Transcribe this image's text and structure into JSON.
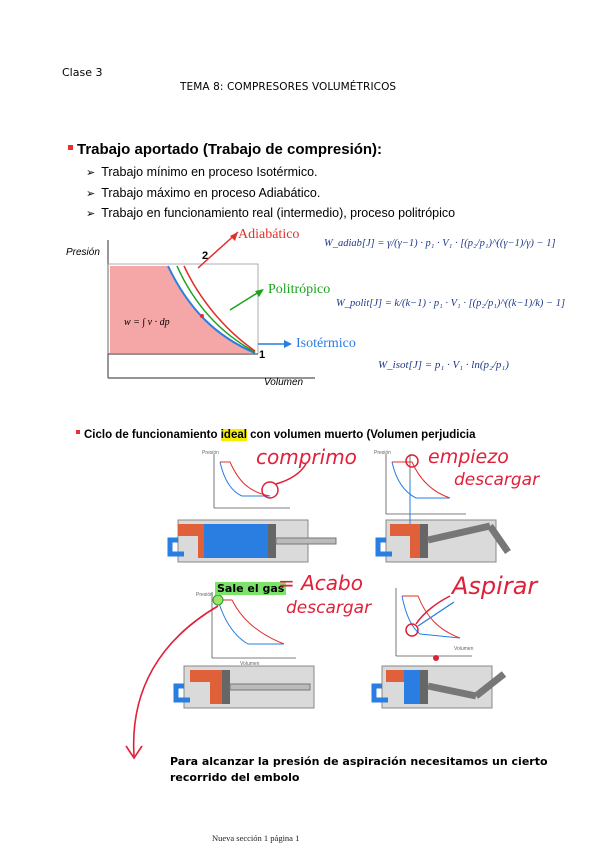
{
  "header": {
    "clase": "Clase 3",
    "tema": "TEMA 8: COMPRESORES VOLUMÉTRICOS"
  },
  "section1": {
    "title": "Trabajo aportado (Trabajo de compresión):",
    "items": [
      "Trabajo mínimo en proceso Isotérmico.",
      "Trabajo máximo en proceso Adiabático.",
      "Trabajo en funcionamiento real (intermedio), proceso politrópico"
    ]
  },
  "diagram": {
    "y_label": "Presión",
    "x_label": "Volumen",
    "point1": "1",
    "point2": "2",
    "work_formula": "w = ∫ v · dp",
    "adiabatico": "Adiabático",
    "politropico": "Politrópico",
    "isotermico": "Isotérmico",
    "formula_adiab": "W_adiab[J] = γ/(γ−1) · p₁ · V₁ · [(p₂/p₁)^((γ−1)/γ) − 1]",
    "formula_polit": "W_polit[J] = k/(k−1) · p₁ · V₁ · [(p₂/p₁)^((k−1)/k) − 1]",
    "formula_isot": "W_isot[J] = p₁ · V₁ · ln(p₂/p₁)",
    "colors": {
      "adiab": "#e0302a",
      "polit": "#1aa31a",
      "isot": "#2a7de1",
      "area": "#f5a6a6"
    }
  },
  "section2": {
    "title_a": "Ciclo de funcionamiento ",
    "title_hl": "ideal",
    "title_b": " con volumen muerto (Volumen perjudicia",
    "hand_comprimo": "comprimo",
    "hand_empiezo": "empiezo",
    "hand_descargar1": "descargar",
    "sale_gas": "Sale el gas",
    "hand_acabo": "= Acabo",
    "hand_descargar2": "descargar",
    "hand_aspirar": "Aspirar",
    "small_presion": "Presión",
    "small_volumen": "Volumen",
    "note": "Para alcanzar la presión de aspiración necesitamos un cierto recorrido del embolo"
  },
  "footer": "Nueva sección 1 página 1"
}
